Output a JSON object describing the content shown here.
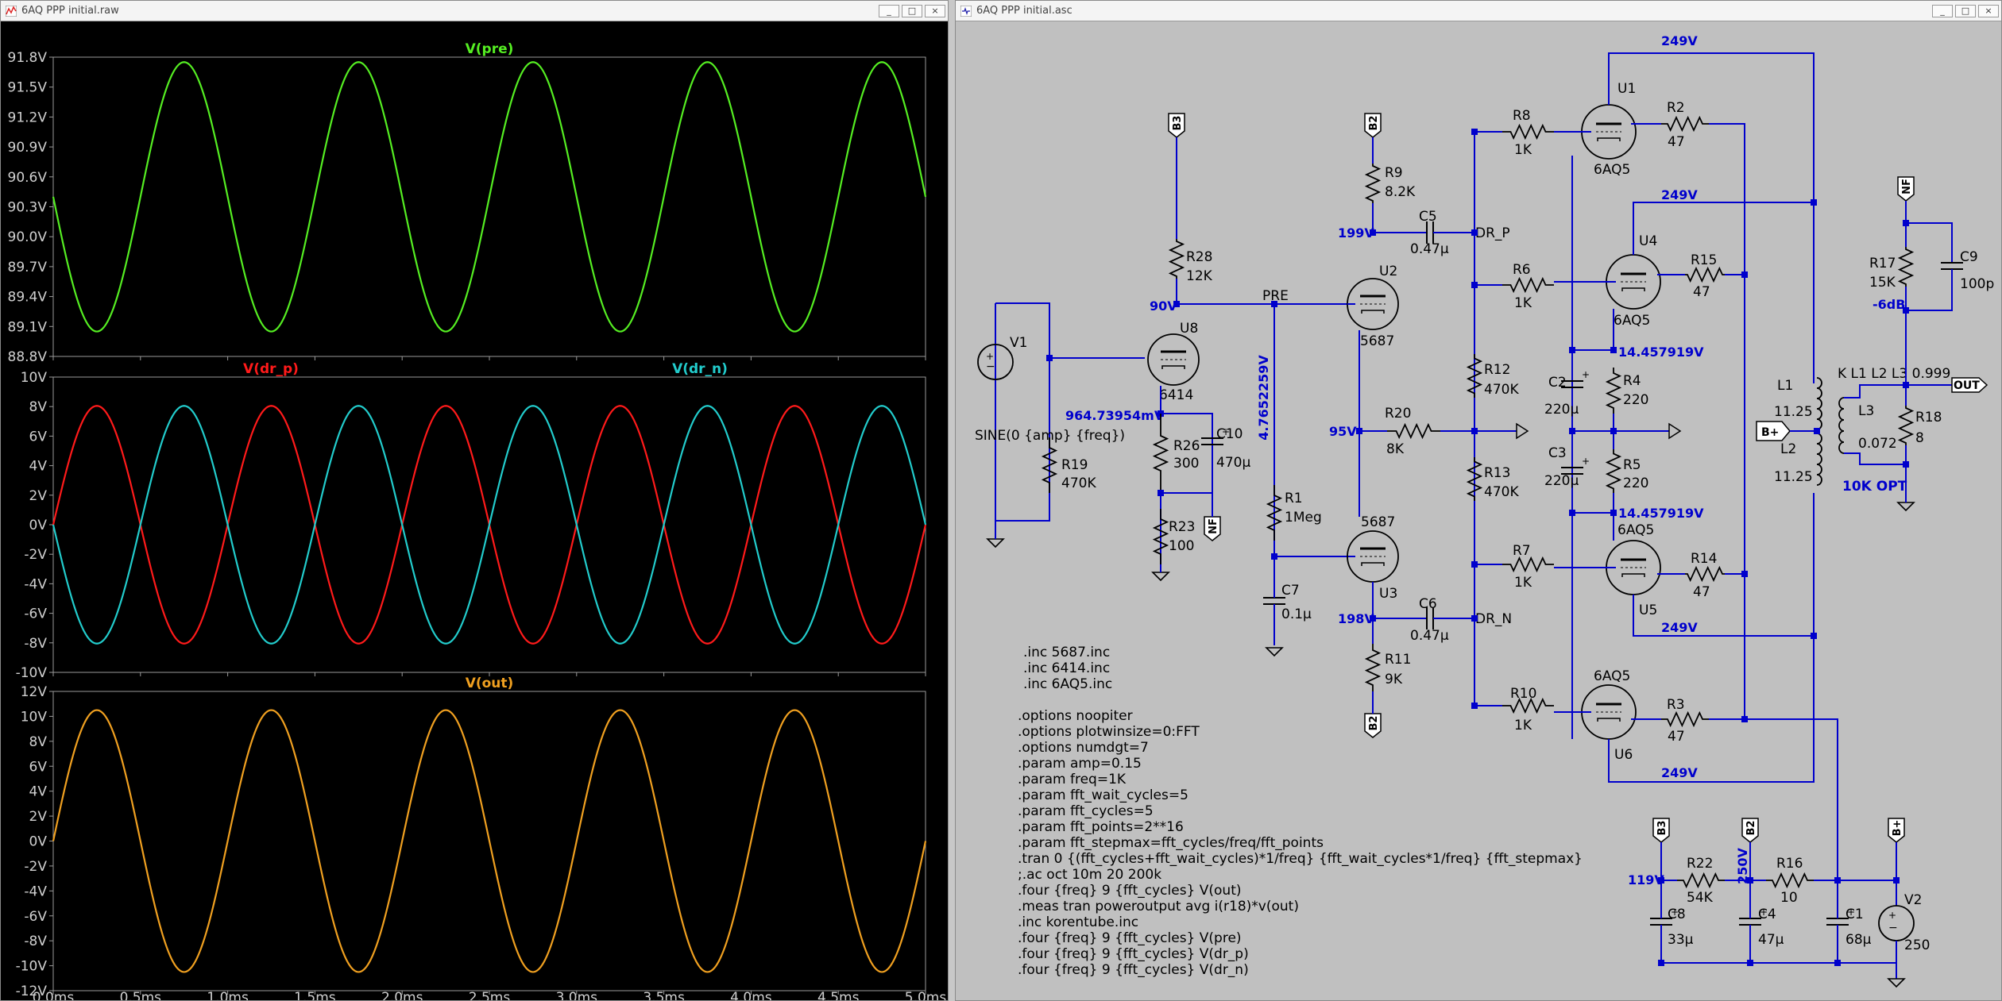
{
  "waveform_window": {
    "title": "6AQ PPP initial.raw",
    "buttons": [
      "_",
      "□",
      "×"
    ]
  },
  "schematic_window": {
    "title": "6AQ PPP initial.asc",
    "buttons": [
      "_",
      "□",
      "×"
    ]
  },
  "colors": {
    "pre": "#55ee22",
    "dr_p": "#ff1a1a",
    "dr_n": "#22cccc",
    "out": "#f0a020",
    "net_label": "#0000cc",
    "wire": "#0000cc"
  },
  "chart_data": [
    {
      "type": "line",
      "series": [
        {
          "name": "V(pre)",
          "color": "#55ee22",
          "offset": 90.4,
          "amplitude": 1.35,
          "phase_deg": 180,
          "freq_khz": 1
        }
      ],
      "yticks": [
        "91.8V",
        "91.5V",
        "91.2V",
        "90.9V",
        "90.6V",
        "90.3V",
        "90.0V",
        "89.7V",
        "89.4V",
        "89.1V",
        "88.8V"
      ],
      "ylim": [
        88.8,
        91.8
      ]
    },
    {
      "type": "line",
      "series": [
        {
          "name": "V(dr_p)",
          "color": "#ff1a1a",
          "offset": 0,
          "amplitude": 8.05,
          "phase_deg": 0,
          "freq_khz": 1
        },
        {
          "name": "V(dr_n)",
          "color": "#22cccc",
          "offset": 0,
          "amplitude": 8.05,
          "phase_deg": 180,
          "freq_khz": 1
        }
      ],
      "yticks": [
        "10V",
        "8V",
        "6V",
        "4V",
        "2V",
        "0V",
        "-2V",
        "-4V",
        "-6V",
        "-8V",
        "-10V"
      ],
      "ylim": [
        -10,
        10
      ]
    },
    {
      "type": "line",
      "series": [
        {
          "name": "V(out)",
          "color": "#f0a020",
          "offset": 0,
          "amplitude": 10.5,
          "phase_deg": 0,
          "freq_khz": 1
        }
      ],
      "yticks": [
        "12V",
        "10V",
        "8V",
        "6V",
        "4V",
        "2V",
        "0V",
        "-2V",
        "-4V",
        "-6V",
        "-8V",
        "-10V",
        "-12V"
      ],
      "ylim": [
        -12,
        12
      ]
    }
  ],
  "x_axis": {
    "ticks": [
      "0.0ms",
      "0.5ms",
      "1.0ms",
      "1.5ms",
      "2.0ms",
      "2.5ms",
      "3.0ms",
      "3.5ms",
      "4.0ms",
      "4.5ms",
      "5.0ms"
    ],
    "xlim_ms": [
      0,
      5
    ]
  },
  "schematic": {
    "components": [
      {
        "id": "V1",
        "value": "SINE(0 {amp} {freq})"
      },
      {
        "id": "R19",
        "value": "470K"
      },
      {
        "id": "U8",
        "value": "6414"
      },
      {
        "id": "R28",
        "value": "12K"
      },
      {
        "id": "R26",
        "value": "300"
      },
      {
        "id": "C10",
        "value": "470µ"
      },
      {
        "id": "R23",
        "value": "100"
      },
      {
        "id": "R1",
        "value": "1Meg"
      },
      {
        "id": "C7",
        "value": "0.1µ"
      },
      {
        "id": "R9",
        "value": "8.2K"
      },
      {
        "id": "C5",
        "value": "0.47µ"
      },
      {
        "id": "U2",
        "value": "5687"
      },
      {
        "id": "R20",
        "value": "8K"
      },
      {
        "id": "U3",
        "value": "5687"
      },
      {
        "id": "C6",
        "value": "0.47µ"
      },
      {
        "id": "R11",
        "value": "9K"
      },
      {
        "id": "R8",
        "value": "1K"
      },
      {
        "id": "R6",
        "value": "1K"
      },
      {
        "id": "R12",
        "value": "470K"
      },
      {
        "id": "R13",
        "value": "470K"
      },
      {
        "id": "R7",
        "value": "1K"
      },
      {
        "id": "R10",
        "value": "1K"
      },
      {
        "id": "U1",
        "value": "6AQ5"
      },
      {
        "id": "U4",
        "value": "6AQ5"
      },
      {
        "id": "U5",
        "value": "6AQ5"
      },
      {
        "id": "U6",
        "value": "6AQ5"
      },
      {
        "id": "R2",
        "value": "47"
      },
      {
        "id": "R15",
        "value": "47"
      },
      {
        "id": "R14",
        "value": "47"
      },
      {
        "id": "R3",
        "value": "47"
      },
      {
        "id": "C2",
        "value": "220µ"
      },
      {
        "id": "C3",
        "value": "220µ"
      },
      {
        "id": "R4",
        "value": "220"
      },
      {
        "id": "R5",
        "value": "220"
      },
      {
        "id": "L1",
        "value": "11.25"
      },
      {
        "id": "L2",
        "value": "11.25"
      },
      {
        "id": "L3",
        "value": "0.072"
      },
      {
        "id": "R17",
        "value": "15K"
      },
      {
        "id": "C9",
        "value": "100p"
      },
      {
        "id": "R18",
        "value": "8"
      },
      {
        "id": "R22",
        "value": "54K"
      },
      {
        "id": "R16",
        "value": "10"
      },
      {
        "id": "C8",
        "value": "33µ"
      },
      {
        "id": "C4",
        "value": "47µ"
      },
      {
        "id": "C1",
        "value": "68µ"
      },
      {
        "id": "V2",
        "value": "250"
      }
    ],
    "coupling": "K L1 L2 L3 0.999",
    "opt_label": "10K OPT",
    "net_labels": [
      "PRE",
      "DR_P",
      "DR_N",
      "OUT"
    ],
    "ports": [
      "B3",
      "B2",
      "B2",
      "B2",
      "B3",
      "B+",
      "B+",
      "NF",
      "NF"
    ],
    "voltages": {
      "b3_node": "90V",
      "pre": "4.7652259V",
      "cathode_u8": "964.73954mV",
      "u2_plate": "199V",
      "mid": "95V",
      "u3_plate": "198V",
      "u1_plate": "249V",
      "u4_plate": "249V",
      "u5_plate": "249V",
      "u6_plate": "249V",
      "bias1": "14.457919V",
      "bias2": "14.457919V",
      "nf": "-6dB",
      "b3": "119V",
      "b2": "250V"
    },
    "directives": [
      ".inc 5687.inc",
      ".inc 6414.inc",
      ".inc 6AQ5.inc",
      "",
      ".options noopiter",
      ".options plotwinsize=0:FFT",
      ".options numdgt=7",
      ".param amp=0.15",
      ".param freq=1K",
      ".param fft_wait_cycles=5",
      ".param fft_cycles=5",
      ".param fft_points=2**16",
      ".param fft_stepmax=fft_cycles/freq/fft_points",
      ".tran 0 {(fft_cycles+fft_wait_cycles)*1/freq} {fft_wait_cycles*1/freq} {fft_stepmax}",
      ";.ac oct 10m 20 200k",
      ".four {freq} 9 {fft_cycles} V(out)",
      ".meas tran poweroutput avg i(r18)*v(out)",
      ".inc korentube.inc",
      ".four {freq} 9 {fft_cycles} V(pre)",
      ".four {freq} 9 {fft_cycles} V(dr_p)",
      ".four {freq} 9 {fft_cycles} V(dr_n)"
    ]
  }
}
